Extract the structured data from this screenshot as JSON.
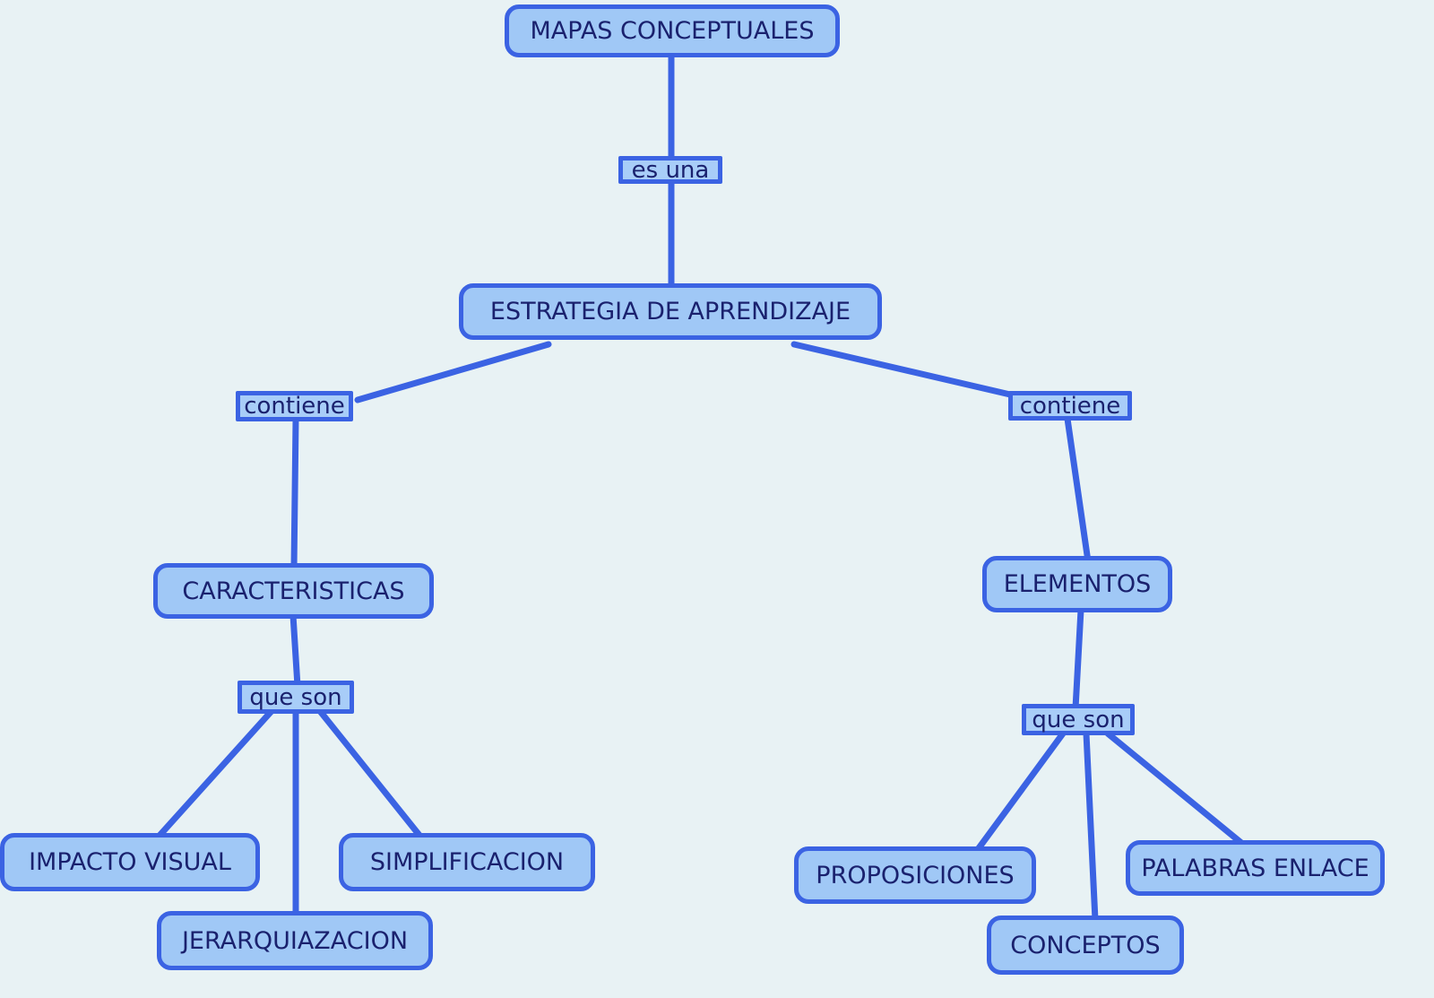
{
  "diagram": {
    "type": "concept-map",
    "title": "MAPAS CONCEPTUALES",
    "colors": {
      "background": "#e8f2f4",
      "node_fill": "#a0c8f6",
      "link_label_fill": "#a8cdf8",
      "border": "#3b63e3",
      "text": "#1a216e"
    },
    "nodes": {
      "mapas_conceptuales": "MAPAS CONCEPTUALES",
      "estrategia": "ESTRATEGIA DE APRENDIZAJE",
      "caracteristicas": "CARACTERISTICAS",
      "elementos": "ELEMENTOS",
      "impacto_visual": "IMPACTO VISUAL",
      "jerarquiazacion": "JERARQUIAZACION",
      "simplificacion": "SIMPLIFICACION",
      "proposiciones": "PROPOSICIONES",
      "conceptos": "CONCEPTOS",
      "palabras_enlace": "PALABRAS ENLACE"
    },
    "link_labels": {
      "es_una": "es una",
      "contiene_left": "contiene",
      "contiene_right": "contiene",
      "que_son_left": "que son",
      "que_son_right": "que son"
    },
    "edges": [
      {
        "from": "MAPAS CONCEPTUALES",
        "label": "es una",
        "to": "ESTRATEGIA DE APRENDIZAJE"
      },
      {
        "from": "ESTRATEGIA DE APRENDIZAJE",
        "label": "contiene",
        "to": "CARACTERISTICAS"
      },
      {
        "from": "ESTRATEGIA DE APRENDIZAJE",
        "label": "contiene",
        "to": "ELEMENTOS"
      },
      {
        "from": "CARACTERISTICAS",
        "label": "que son",
        "to": "IMPACTO VISUAL"
      },
      {
        "from": "CARACTERISTICAS",
        "label": "que son",
        "to": "JERARQUIAZACION"
      },
      {
        "from": "CARACTERISTICAS",
        "label": "que son",
        "to": "SIMPLIFICACION"
      },
      {
        "from": "ELEMENTOS",
        "label": "que son",
        "to": "PROPOSICIONES"
      },
      {
        "from": "ELEMENTOS",
        "label": "que son",
        "to": "CONCEPTOS"
      },
      {
        "from": "ELEMENTOS",
        "label": "que son",
        "to": "PALABRAS ENLACE"
      }
    ]
  }
}
